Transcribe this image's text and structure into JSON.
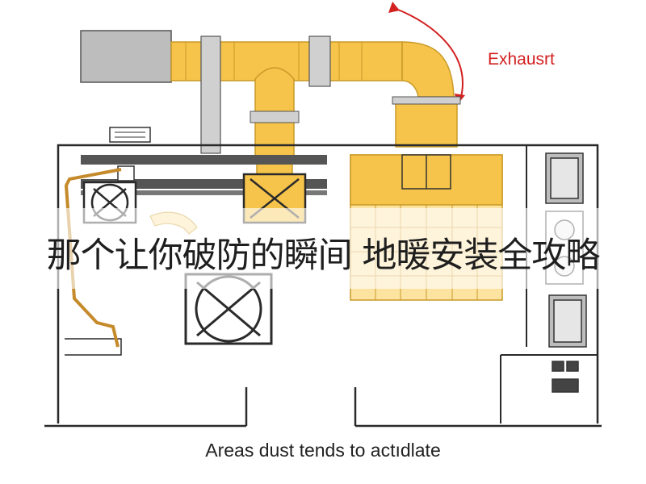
{
  "diagram": {
    "exhaust_label": "Exhausrt",
    "caption": "Areas dust tends to actıdlate",
    "overlay_title": "那个让你破防的瞬间 地暖安装全攻略",
    "colors": {
      "duct": "#f6c44a",
      "duct_stroke": "#c99a28",
      "arrow": "#d32020",
      "wall": "#2a2a2a",
      "gray_unit": "#bdbdbd",
      "pipe": "#c58a2a"
    },
    "icons": [
      "fan-icon",
      "vent-grille-icon",
      "exhaust-arrow-icon",
      "control-panel-icon"
    ]
  }
}
